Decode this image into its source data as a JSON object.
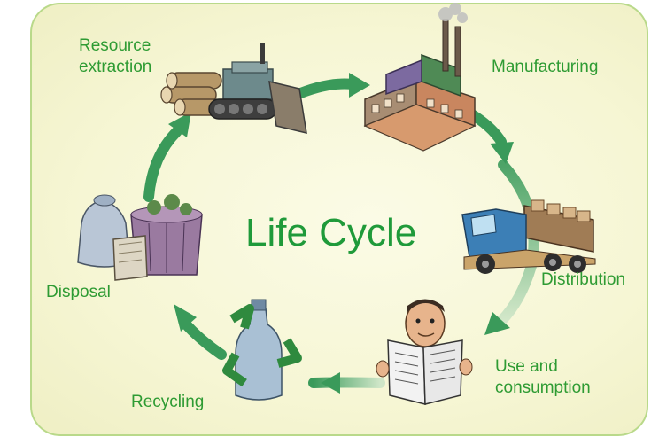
{
  "diagram": {
    "title": "Life Cycle",
    "stages": [
      {
        "id": "resource-extraction",
        "label_lines": [
          "Resource",
          "extraction"
        ],
        "icon": "bulldozer-with-logs-icon"
      },
      {
        "id": "manufacturing",
        "label_lines": [
          "Manufacturing"
        ],
        "icon": "factory-icon"
      },
      {
        "id": "distribution",
        "label_lines": [
          "Distribution"
        ],
        "icon": "delivery-truck-icon"
      },
      {
        "id": "use-and-consumption",
        "label_lines": [
          "Use and",
          "consumption"
        ],
        "icon": "man-reading-newspaper-icon"
      },
      {
        "id": "recycling",
        "label_lines": [
          "Recycling"
        ],
        "icon": "recycled-bottle-icon"
      },
      {
        "id": "disposal",
        "label_lines": [
          "Disposal"
        ],
        "icon": "garbage-bins-icon"
      }
    ],
    "colors": {
      "title_text": "#1f9a3a",
      "label_text": "#2e9b33",
      "arrow": "#3a9a5a",
      "panel_border": "#b9d98a",
      "panel_fill": "#f6f6d4"
    }
  }
}
